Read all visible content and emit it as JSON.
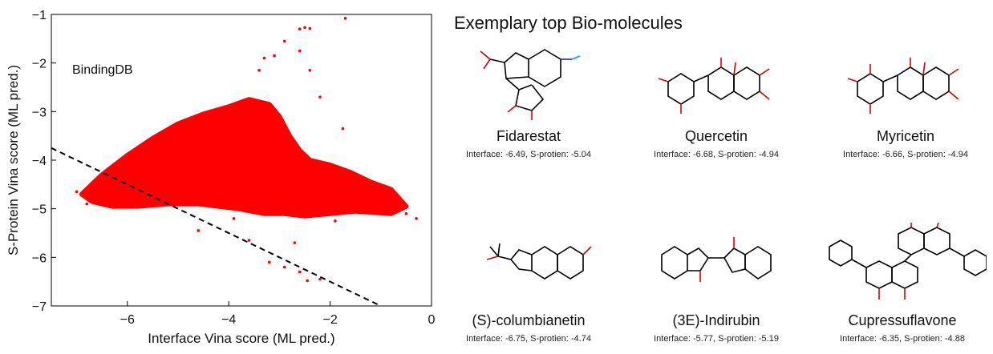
{
  "chart_data": {
    "type": "scatter",
    "xlabel": "Interface Vina score (ML pred.)",
    "ylabel": "S-Protein Vina score (ML pred.)",
    "xlim": [
      -7.5,
      0
    ],
    "ylim": [
      -7,
      -1
    ],
    "xticks": [
      -6,
      -4,
      -2,
      0
    ],
    "yticks": [
      -7,
      -6,
      -5,
      -4,
      -3,
      -2,
      -1
    ],
    "annotation": "BindingDB",
    "series": [
      {
        "color": "#ff0000",
        "cloud_outline_x": [
          -6.9,
          -6.5,
          -6.0,
          -5.5,
          -5.0,
          -4.5,
          -4.0,
          -3.6,
          -3.2,
          -3.0,
          -2.8,
          -2.6,
          -2.4,
          -2.0,
          -1.6,
          -1.2,
          -0.8,
          -0.5,
          -0.8,
          -1.5,
          -2.0,
          -2.5,
          -2.9,
          -3.3,
          -3.8,
          -4.2,
          -4.6,
          -5.2,
          -5.8,
          -6.3,
          -6.7,
          -6.9
        ],
        "cloud_outline_y": [
          -4.7,
          -4.3,
          -3.9,
          -3.55,
          -3.25,
          -3.05,
          -2.9,
          -2.75,
          -2.85,
          -3.1,
          -3.5,
          -3.8,
          -4.0,
          -4.1,
          -4.25,
          -4.45,
          -4.6,
          -4.95,
          -5.1,
          -5.05,
          -5.1,
          -5.15,
          -5.1,
          -5.1,
          -5.0,
          -4.95,
          -4.9,
          -4.9,
          -4.95,
          -4.95,
          -4.85,
          -4.7
        ],
        "outlier_points": [
          [
            -2.5,
            -1.27
          ],
          [
            -2.4,
            -1.29
          ],
          [
            -2.6,
            -1.3
          ],
          [
            -1.7,
            -1.08
          ],
          [
            -2.9,
            -1.55
          ],
          [
            -3.1,
            -1.85
          ],
          [
            -3.3,
            -1.9
          ],
          [
            -2.6,
            -1.75
          ],
          [
            -2.4,
            -2.15
          ],
          [
            -1.75,
            -3.35
          ],
          [
            -3.4,
            -2.15
          ],
          [
            -2.2,
            -2.7
          ],
          [
            -2.6,
            -6.3
          ],
          [
            -2.2,
            -6.45
          ],
          [
            -2.45,
            -6.48
          ],
          [
            -3.2,
            -6.1
          ],
          [
            -3.6,
            -5.65
          ],
          [
            -2.9,
            -6.2
          ],
          [
            -4.6,
            -5.45
          ],
          [
            -0.3,
            -5.2
          ],
          [
            -0.5,
            -5.1
          ],
          [
            -6.8,
            -4.9
          ],
          [
            -7.0,
            -4.65
          ],
          [
            -6.1,
            -4.2
          ],
          [
            -2.7,
            -5.7
          ],
          [
            -3.9,
            -5.2
          ],
          [
            -1.9,
            -5.25
          ]
        ]
      }
    ],
    "reference_line": {
      "style": "dashed",
      "color": "#000000",
      "x": [
        -7.5,
        -1.0
      ],
      "y": [
        -3.75,
        -7.0
      ]
    }
  },
  "panel": {
    "title": "Exemplary top Bio-molecules",
    "molecules": [
      {
        "name": "Fidarestat",
        "scores": "Interface: -6.49, S-protien: -5.04"
      },
      {
        "name": "Quercetin",
        "scores": "Interface: -6.68, S-protien: -4.94"
      },
      {
        "name": "Myricetin",
        "scores": "Interface: -6.66, S-protien: -4.94"
      },
      {
        "name": "(S)-columbianetin",
        "scores": "Interface: -6.75, S-protien: -4.74"
      },
      {
        "name": "(3E)-Indirubin",
        "scores": "Interface: -5.77, S-protien: -5.19"
      },
      {
        "name": "Cupressuflavone",
        "scores": "Interface: -6.35, S-protien: -4.88"
      }
    ]
  }
}
